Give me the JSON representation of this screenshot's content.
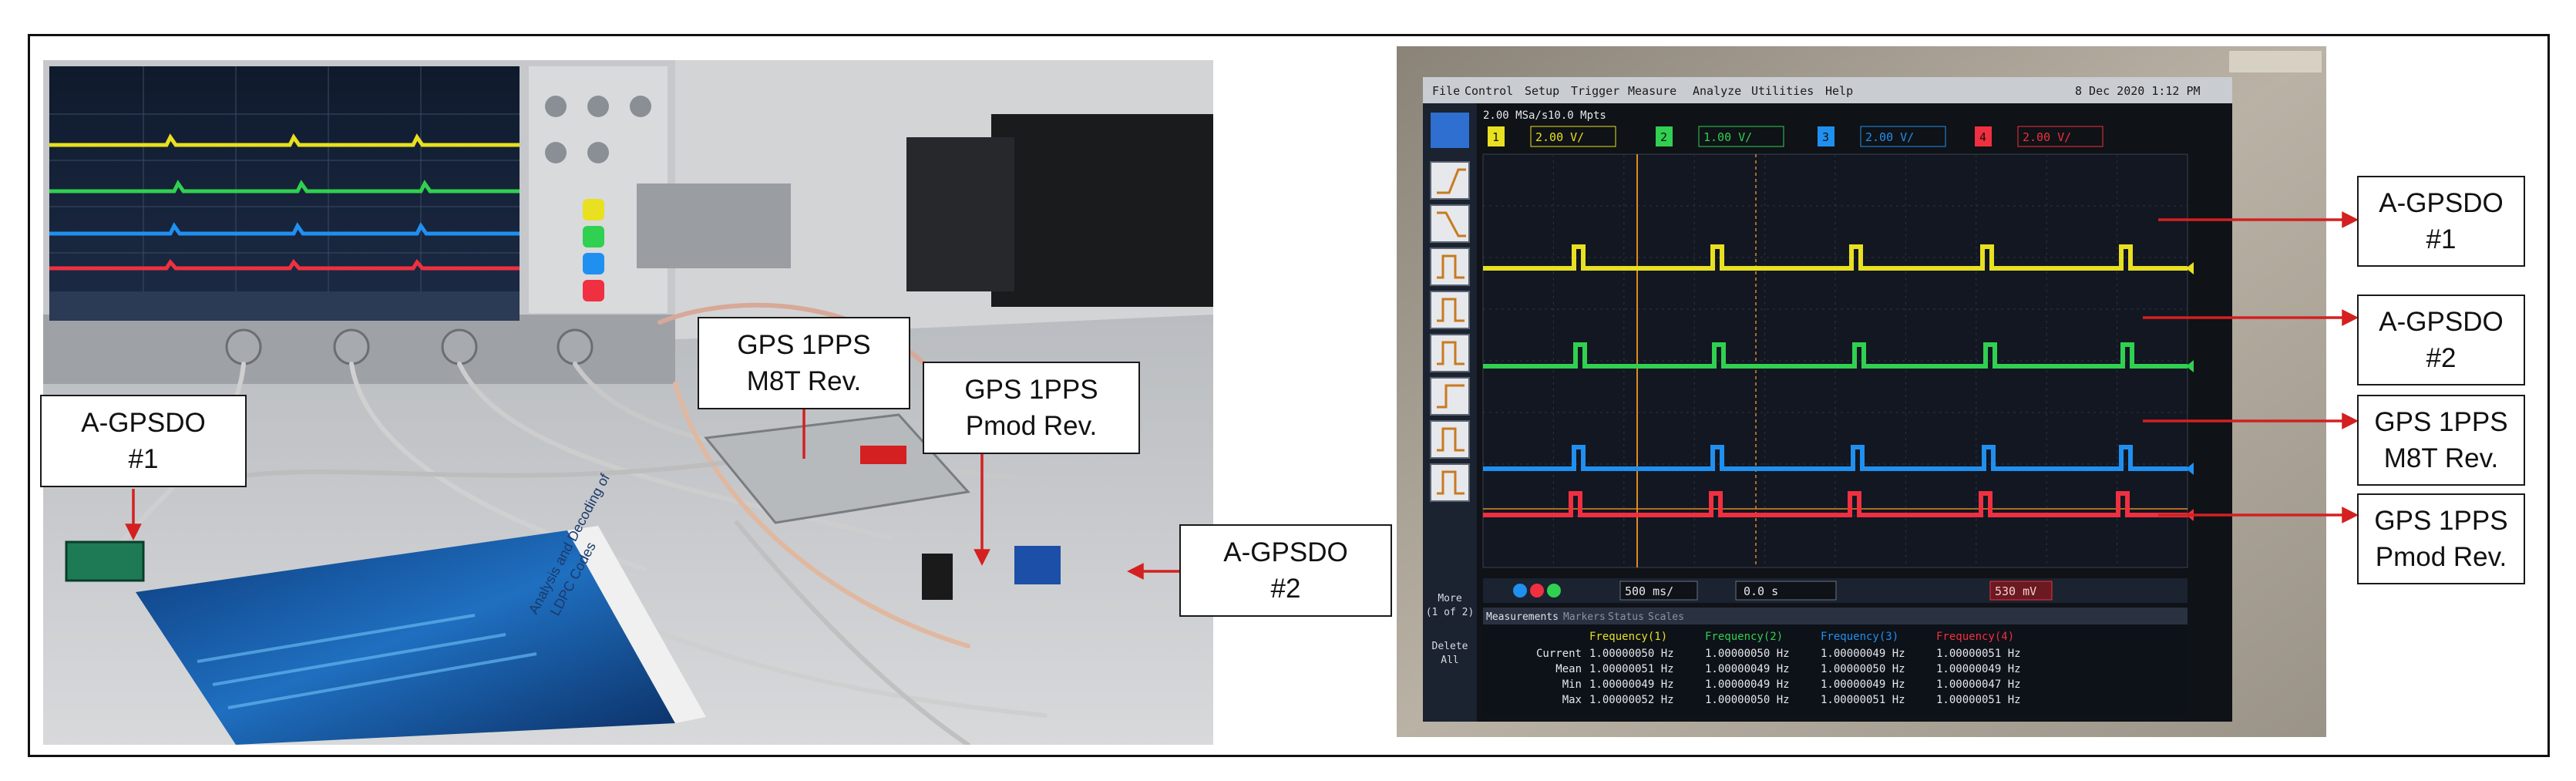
{
  "left_panel": {
    "callouts": [
      {
        "id": "a-gpsdo-1",
        "lines": [
          "A-GPSDO",
          "#1"
        ]
      },
      {
        "id": "gps-m8t",
        "lines": [
          "GPS 1PPS",
          "M8T Rev."
        ]
      },
      {
        "id": "gps-pmod",
        "lines": [
          "GPS 1PPS",
          "Pmod Rev."
        ]
      },
      {
        "id": "a-gpsdo-2",
        "lines": [
          "A-GPSDO",
          "#2"
        ]
      }
    ],
    "book": {
      "title_line1": "Analysis and Decoding of",
      "title_line2": "LDPC Codes"
    }
  },
  "right_panel": {
    "callouts": [
      {
        "id": "a-gpsdo-1",
        "lines": [
          "A-GPSDO",
          "#1"
        ]
      },
      {
        "id": "a-gpsdo-2",
        "lines": [
          "A-GPSDO",
          "#2"
        ]
      },
      {
        "id": "gps-m8t",
        "lines": [
          "GPS 1PPS",
          "M8T Rev."
        ]
      },
      {
        "id": "gps-pmod",
        "lines": [
          "GPS 1PPS",
          "Pmod Rev."
        ]
      }
    ],
    "scope": {
      "menu": [
        "File",
        "Control",
        "Setup",
        "Trigger",
        "Measure",
        "Analyze",
        "Utilities",
        "Help"
      ],
      "date": "8 Dec 2020  1:12 PM",
      "sample_rate": "2.00 MSa/s",
      "points": "10.0 Mpts",
      "channels": [
        {
          "num": "1",
          "scale": "2.00 V/",
          "color": "#e8e020"
        },
        {
          "num": "2",
          "scale": "1.00 V/",
          "color": "#30d050"
        },
        {
          "num": "3",
          "scale": "2.00 V/",
          "color": "#2090f0"
        },
        {
          "num": "4",
          "scale": "2.00 V/",
          "color": "#f03040"
        }
      ],
      "timebase": "500 ms/",
      "offset": "0.0 s",
      "trigger": "530 mV",
      "more_label": "More",
      "more_sub": "(1 of 2)",
      "delete_label": "Delete",
      "delete_sub": "All",
      "tabs": [
        "Measurements",
        "Markers",
        "Status",
        "Scales"
      ],
      "meas_headers": [
        "Frequency(1)",
        "Frequency(2)",
        "Frequency(3)",
        "Frequency(4)"
      ],
      "meas_rows": [
        {
          "label": "Current",
          "values": [
            "1.00000050 Hz",
            "1.00000050 Hz",
            "1.00000049 Hz",
            "1.00000051 Hz"
          ]
        },
        {
          "label": "Mean",
          "values": [
            "1.00000051 Hz",
            "1.00000049 Hz",
            "1.00000050 Hz",
            "1.00000049 Hz"
          ]
        },
        {
          "label": "Min",
          "values": [
            "1.00000049 Hz",
            "1.00000049 Hz",
            "1.00000049 Hz",
            "1.00000047 Hz"
          ]
        },
        {
          "label": "Max",
          "values": [
            "1.00000052 Hz",
            "1.00000050 Hz",
            "1.00000051 Hz",
            "1.00000051 Hz"
          ]
        }
      ]
    }
  },
  "colors": {
    "callout_arrow": "#d42020",
    "trace_yellow": "#e8e020",
    "trace_green": "#30d050",
    "trace_blue": "#2090f0",
    "trace_red": "#f03040"
  }
}
